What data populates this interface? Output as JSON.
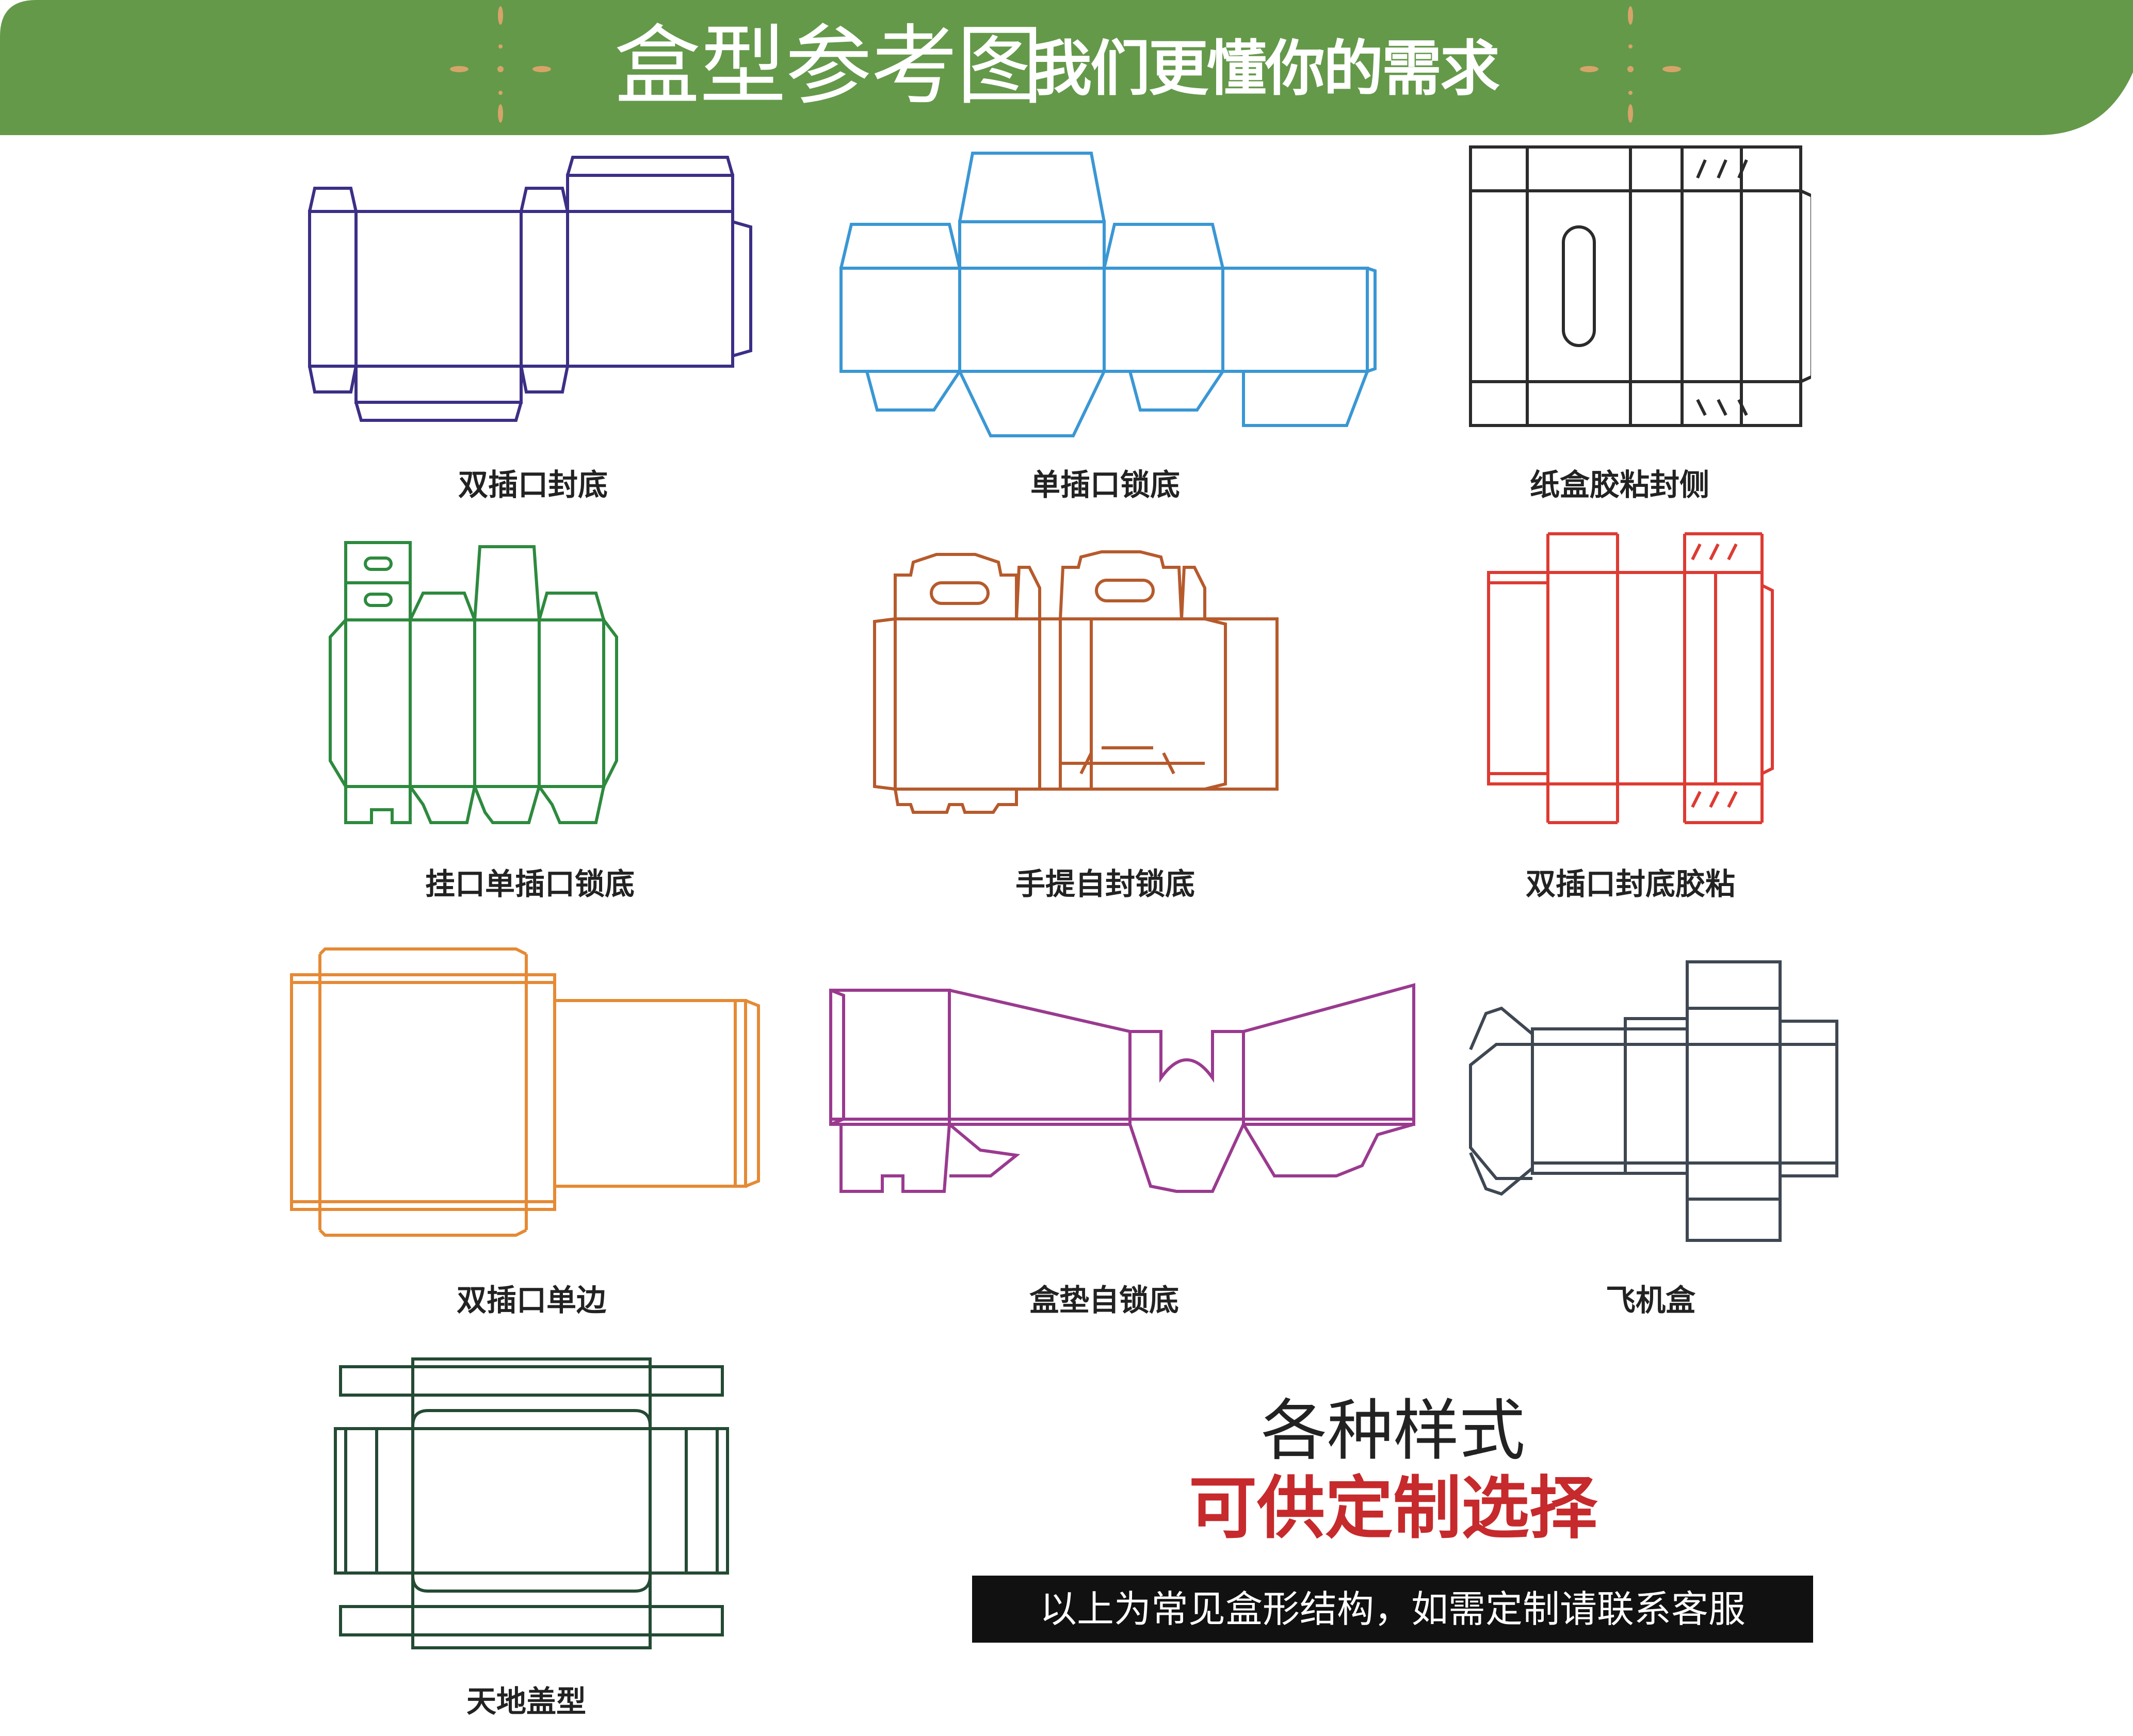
{
  "header": {
    "title": "盒型参考图",
    "subtitle": "我们更懂你的需求",
    "background_color": "#64994a",
    "ornament_color": "#d6a469"
  },
  "box_types": [
    {
      "caption": "双插口封底",
      "line_color": "#3b2f86"
    },
    {
      "caption": "单插口锁底",
      "line_color": "#3a97d4"
    },
    {
      "caption": "纸盒胶粘封侧",
      "line_color": "#2b2b2b"
    },
    {
      "caption": "挂口单插口锁底",
      "line_color": "#2d8a3e"
    },
    {
      "caption": "手提自封锁底",
      "line_color": "#b65a2c"
    },
    {
      "caption": "双插口封底胶粘",
      "line_color": "#dd3b33"
    },
    {
      "caption": "双插口单边",
      "line_color": "#e58a35"
    },
    {
      "caption": "盒垫自锁底",
      "line_color": "#9a3a8f"
    },
    {
      "caption": "飞机盒",
      "line_color": "#3e4752"
    },
    {
      "caption": "天地盖型",
      "line_color": "#244a34"
    }
  ],
  "slogan": {
    "line1": "各种样式",
    "line2": "可供定制选择",
    "line2_color": "#c62a2c"
  },
  "note": "以上为常见盒形结构，如需定制请联系客服"
}
